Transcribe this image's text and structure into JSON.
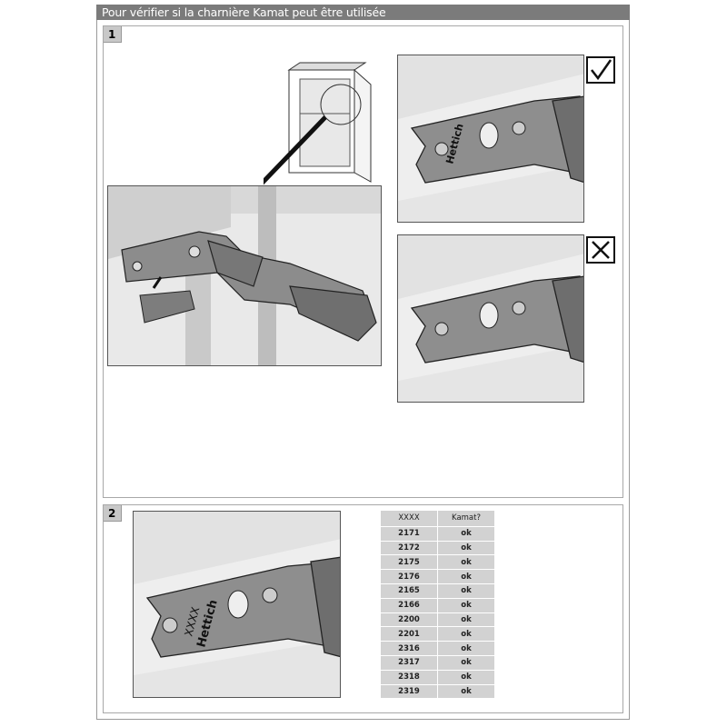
{
  "title": "Pour vérifier si la charnière Kamat peut être utilisée",
  "sections": [
    {
      "number": "1"
    },
    {
      "number": "2"
    }
  ],
  "hinge_label": {
    "brand": "Hettich",
    "code": "XXXX"
  },
  "icons": {
    "correct": "check-icon",
    "incorrect": "cross-icon"
  },
  "table": {
    "headers": [
      "XXXX",
      "Kamat?"
    ],
    "rows": [
      [
        "2171",
        "ok"
      ],
      [
        "2172",
        "ok"
      ],
      [
        "2175",
        "ok"
      ],
      [
        "2176",
        "ok"
      ],
      [
        "2165",
        "ok"
      ],
      [
        "2166",
        "ok"
      ],
      [
        "2200",
        "ok"
      ],
      [
        "2201",
        "ok"
      ],
      [
        "2316",
        "ok"
      ],
      [
        "2317",
        "ok"
      ],
      [
        "2318",
        "ok"
      ],
      [
        "2319",
        "ok"
      ]
    ]
  }
}
